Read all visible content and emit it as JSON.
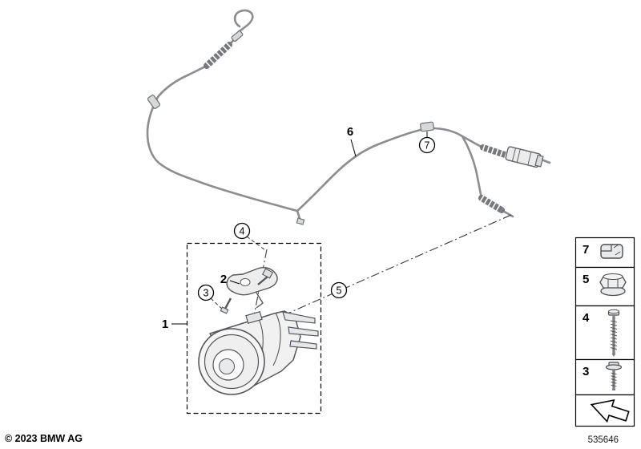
{
  "meta": {
    "copyright": "© 2023 BMW AG",
    "diagram_number": "535646"
  },
  "labels": {
    "item1": "1",
    "item2": "2",
    "item6": "6"
  },
  "callouts": {
    "c3": "3",
    "c4": "4",
    "c5": "5",
    "c7": "7"
  },
  "sidebar": {
    "rows": [
      {
        "label": "7",
        "icon": "cable-clip-icon"
      },
      {
        "label": "5",
        "icon": "flange-nut-icon"
      },
      {
        "label": "4",
        "icon": "long-screw-icon"
      },
      {
        "label": "3",
        "icon": "flange-screw-icon"
      },
      {
        "label": "",
        "icon": "direction-arrow-icon"
      }
    ]
  },
  "colors": {
    "background": "#ffffff",
    "harness": "#8b8d90",
    "outline": "#55575a",
    "callout": "#000000"
  }
}
